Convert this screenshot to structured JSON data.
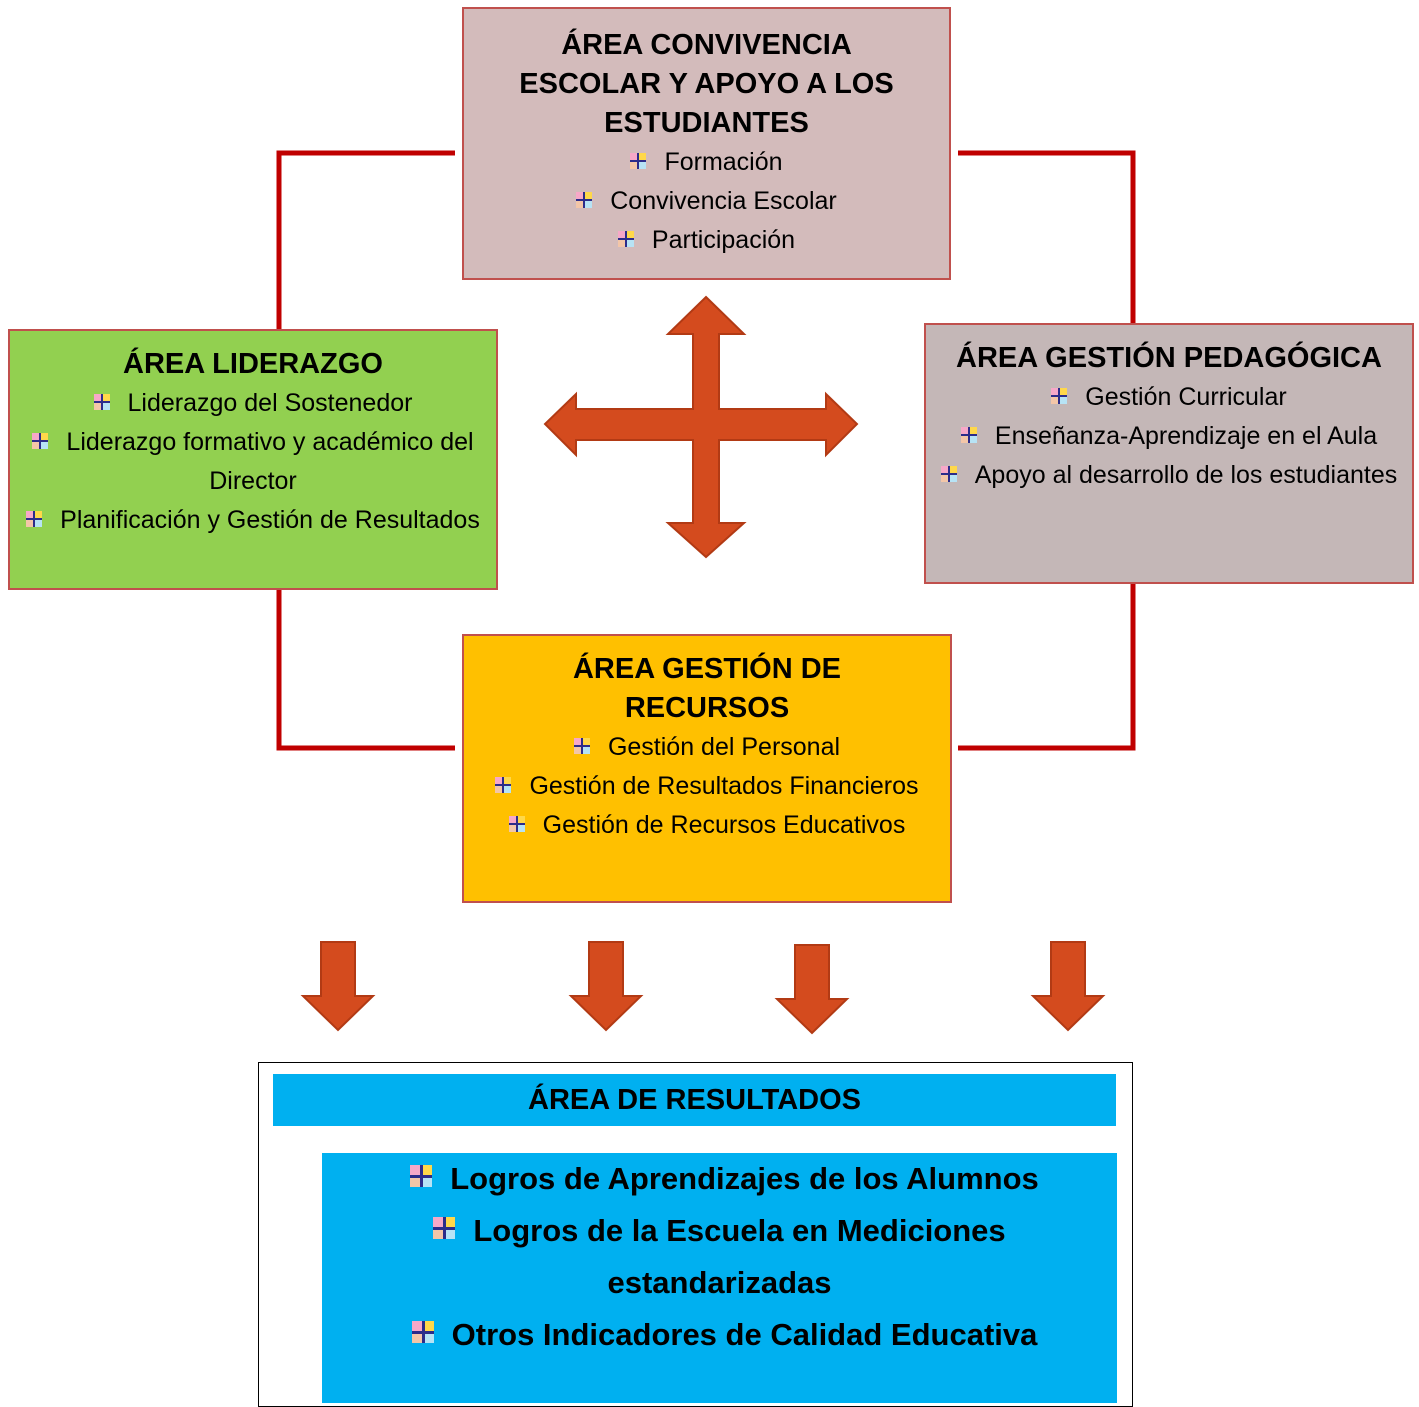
{
  "colors": {
    "connector": "#c00000",
    "arrow_fill": "#d44b1e",
    "arrow_stroke": "#b23a14",
    "convivencia_bg": "#d3bbbb",
    "liderazgo_bg": "#92d050",
    "pedagogica_bg": "#c4b7b7",
    "recursos_bg": "#ffc000",
    "resultados_bg": "#00b0f0"
  },
  "convivencia": {
    "title_line1": "ÁREA CONVIVENCIA",
    "title_line2": "ESCOLAR Y APOYO A LOS",
    "title_line3": "ESTUDIANTES",
    "items": [
      "Formación",
      "Convivencia Escolar",
      "Participación"
    ]
  },
  "liderazgo": {
    "title": "ÁREA LIDERAZGO",
    "items": [
      "Liderazgo del Sostenedor",
      "Liderazgo formativo y académico del Director",
      "Planificación y Gestión de Resultados"
    ]
  },
  "pedagogica": {
    "title": "ÁREA GESTIÓN PEDAGÓGICA",
    "items": [
      "Gestión Curricular",
      "Enseñanza-Aprendizaje en el Aula",
      "Apoyo al desarrollo de los estudiantes"
    ]
  },
  "recursos": {
    "title_line1": "ÁREA GESTIÓN DE",
    "title_line2": "RECURSOS",
    "items": [
      "Gestión del Personal",
      "Gestión de Resultados Financieros",
      "Gestión de Recursos Educativos"
    ]
  },
  "resultados": {
    "title": "ÁREA DE RESULTADOS",
    "items": [
      "Logros de Aprendizajes de los Alumnos",
      "Logros de la Escuela en Mediciones estandarizadas",
      "Otros Indicadores de Calidad Educativa"
    ]
  },
  "icons": {
    "bullet": "quadrant-plus-bullet-icon",
    "cross_arrow": "four-way-arrow-icon",
    "down_arrow": "down-arrow-icon"
  }
}
